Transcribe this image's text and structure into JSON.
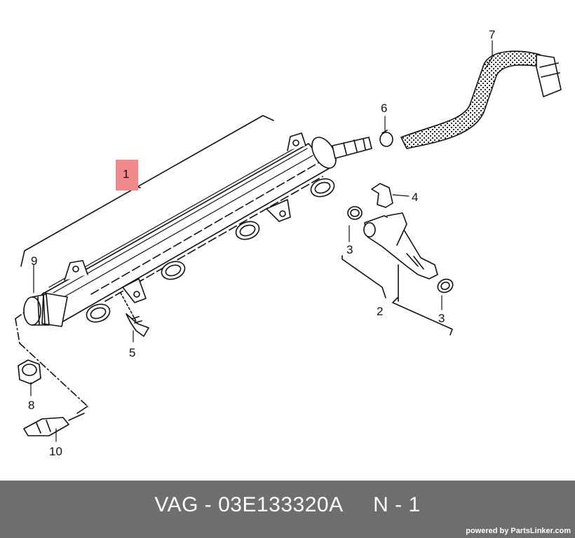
{
  "diagram": {
    "callouts": {
      "c1": "1",
      "c2": "2",
      "c3a": "3",
      "c3b": "3",
      "c4": "4",
      "c5": "5",
      "c6": "6",
      "c7": "7",
      "c8": "8",
      "c9": "9",
      "c10": "10"
    },
    "highlight_color": "#f08a8a"
  },
  "footer": {
    "part_label": "VAG - 03E133320A     N - 1",
    "credit": "powered by PartsLinker.com"
  }
}
